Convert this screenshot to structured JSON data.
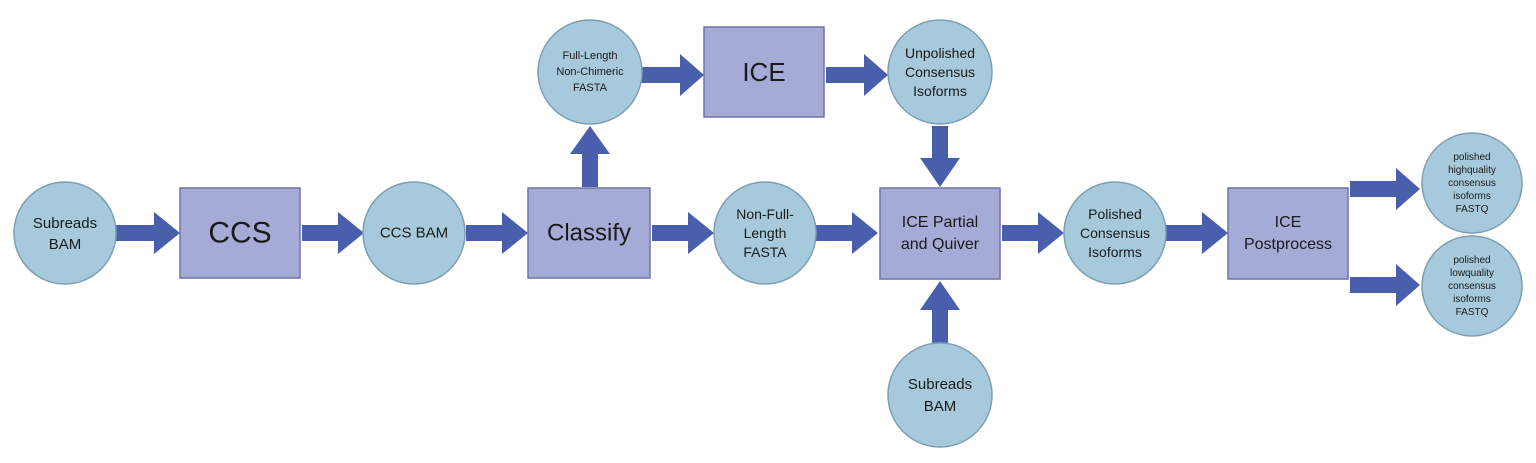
{
  "nodes": {
    "subreads_bam_in": [
      "Subreads",
      "BAM"
    ],
    "ccs": [
      "CCS"
    ],
    "ccs_bam": [
      "CCS BAM"
    ],
    "classify": [
      "Classify"
    ],
    "full_length_fasta": [
      "Full-Length",
      "Non-Chimeric",
      "FASTA"
    ],
    "ice": [
      "ICE"
    ],
    "unpolished_isoforms": [
      "Unpolished",
      "Consensus",
      "Isoforms"
    ],
    "non_full_length_fasta": [
      "Non-Full-",
      "Length",
      "FASTA"
    ],
    "ice_partial_quiver": [
      "ICE Partial",
      "and Quiver"
    ],
    "subreads_bam_bottom": [
      "Subreads",
      "BAM"
    ],
    "polished_isoforms": [
      "Polished",
      "Consensus",
      "Isoforms"
    ],
    "ice_postprocess": [
      "ICE",
      "Postprocess"
    ],
    "hq_fastq": [
      "polished",
      "highquality",
      "consensus",
      "isoforms",
      "FASTQ"
    ],
    "lq_fastq": [
      "polished",
      "lowquality",
      "consensus",
      "isoforms",
      "FASTQ"
    ]
  }
}
